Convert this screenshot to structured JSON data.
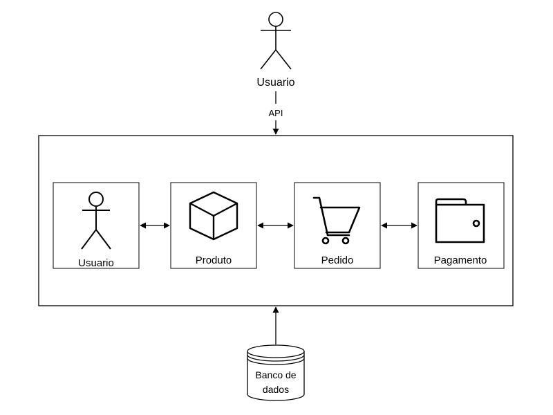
{
  "top_actor": {
    "label": "Usuario",
    "icon": "stick-figure-icon"
  },
  "connector_top": {
    "label": "API"
  },
  "modules": [
    {
      "label": "Usuario",
      "icon": "stick-figure-icon"
    },
    {
      "label": "Produto",
      "icon": "cube-icon"
    },
    {
      "label": "Pedido",
      "icon": "shopping-cart-icon"
    },
    {
      "label": "Pagamento",
      "icon": "wallet-icon"
    }
  ],
  "database": {
    "label_line1": "Banco de",
    "label_line2": "dados",
    "icon": "database-cylinder-icon"
  },
  "colors": {
    "stroke": "#000000",
    "background": "#ffffff"
  }
}
